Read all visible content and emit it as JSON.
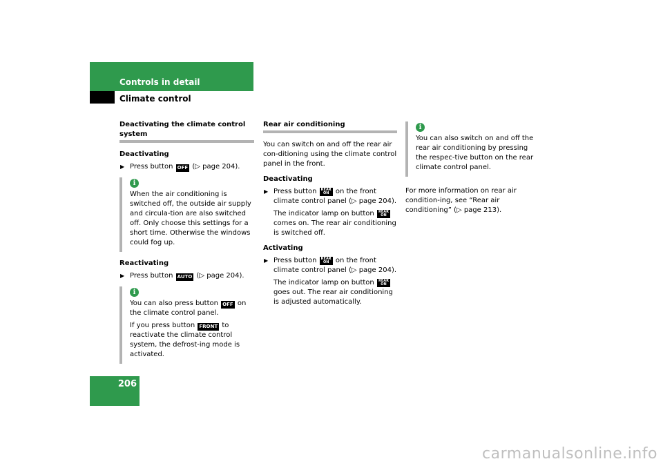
{
  "header": {
    "title": "Controls in detail",
    "subtitle": "Climate control"
  },
  "page_number": "206",
  "col1": {
    "heading": "Deactivating the climate control system",
    "deact_sub": "Deactivating",
    "deact_step": [
      "Press button",
      "(▷ page 204)."
    ],
    "note1": "When the air conditioning is switched off, the outside air supply and circula-tion are also switched off. Only choose this settings for a short time. Otherwise the windows could fog up.",
    "react_sub": "Reactivating",
    "react_step": [
      "Press button",
      "(▷ page 204)."
    ],
    "note2_p1": [
      "You can also press button",
      "on the climate control panel."
    ],
    "note2_p2": [
      "If you press button",
      "to reactivate the climate control system, the defrost-ing mode is activated."
    ]
  },
  "col2": {
    "heading": "Rear air conditioning",
    "intro": "You can switch on and off the rear air con-ditioning using the climate control panel in the front.",
    "deact_sub": "Deactivating",
    "deact_step": [
      "Press button",
      "on the front climate control panel (▷ page 204)."
    ],
    "deact_result": [
      "The indicator lamp on button",
      "comes on. The rear air conditioning is switched off."
    ],
    "act_sub": "Activating",
    "act_step": [
      "Press button",
      "on the front climate control panel (▷ page 204)."
    ],
    "act_result": [
      "The indicator lamp on button",
      "goes out. The rear air conditioning is adjusted automatically."
    ]
  },
  "col3": {
    "note": "You can also switch on and off the rear air conditioning by pressing the respec-tive button on the rear climate control panel.",
    "more_info": "For more information on rear air condition-ing, see “Rear air conditioning” (▷ page 213)."
  },
  "buttons": {
    "off": "OFF",
    "auto": "AUTO",
    "rear_top": "REAR",
    "rear_bottom": "ON",
    "defrost": "FRONT"
  },
  "icons": {
    "info": "i"
  },
  "watermark": "carmanualsonline.info",
  "colors": {
    "accent": "#2f9a4d",
    "rule": "#b3b3b3"
  }
}
